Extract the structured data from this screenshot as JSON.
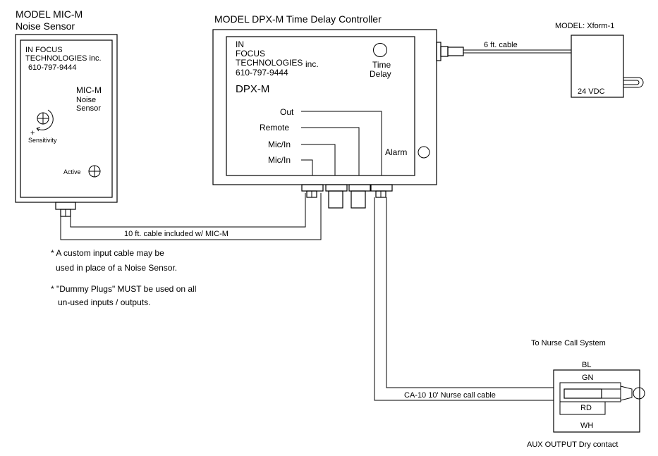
{
  "mic_m": {
    "header_line1": "MODEL MIC-M",
    "header_line2": "Noise Sensor",
    "company_line1": "IN FOCUS",
    "company_line2": "TECHNOLOGIES inc.",
    "phone": "610-797-9444",
    "label_line1": "MIC-M",
    "label_line2": "Noise",
    "label_line3": "Sensor",
    "plus_sign": "+",
    "sensitivity_label": "Sensitivity",
    "active_label": "Active"
  },
  "dpx_m": {
    "header": "MODEL DPX-M  Time Delay Controller",
    "company_line1": "IN",
    "company_line2": "FOCUS",
    "company_line3": "TECHNOLOGIES",
    "company_suffix": "inc.",
    "phone": "610-797-9444",
    "model_label": "DPX-M",
    "time_delay_line1": "Time",
    "time_delay_line2": "Delay",
    "ports": [
      "Out",
      "Remote",
      "Mic/In",
      "Mic/In"
    ],
    "alarm_label": "Alarm"
  },
  "transformer": {
    "header": "MODEL: Xform-1",
    "voltage": "24 VDC",
    "cable_label": "6 ft. cable"
  },
  "cables": {
    "mic_cable_label": "10 ft. cable included w/ MIC-M",
    "nurse_cable_label": "CA-10 10' Nurse call cable"
  },
  "notes": {
    "note1_line1": "* A custom input cable may be",
    "note1_line2": "used in place of a Noise Sensor.",
    "note2_line1": "* \"Dummy Plugs\" MUST be used on all",
    "note2_line2": "un-used inputs / outputs."
  },
  "nurse_call": {
    "header": "To Nurse Call System",
    "wires": [
      "BL",
      "GN",
      "RD",
      "WH"
    ],
    "footer": "AUX OUTPUT Dry contact"
  }
}
